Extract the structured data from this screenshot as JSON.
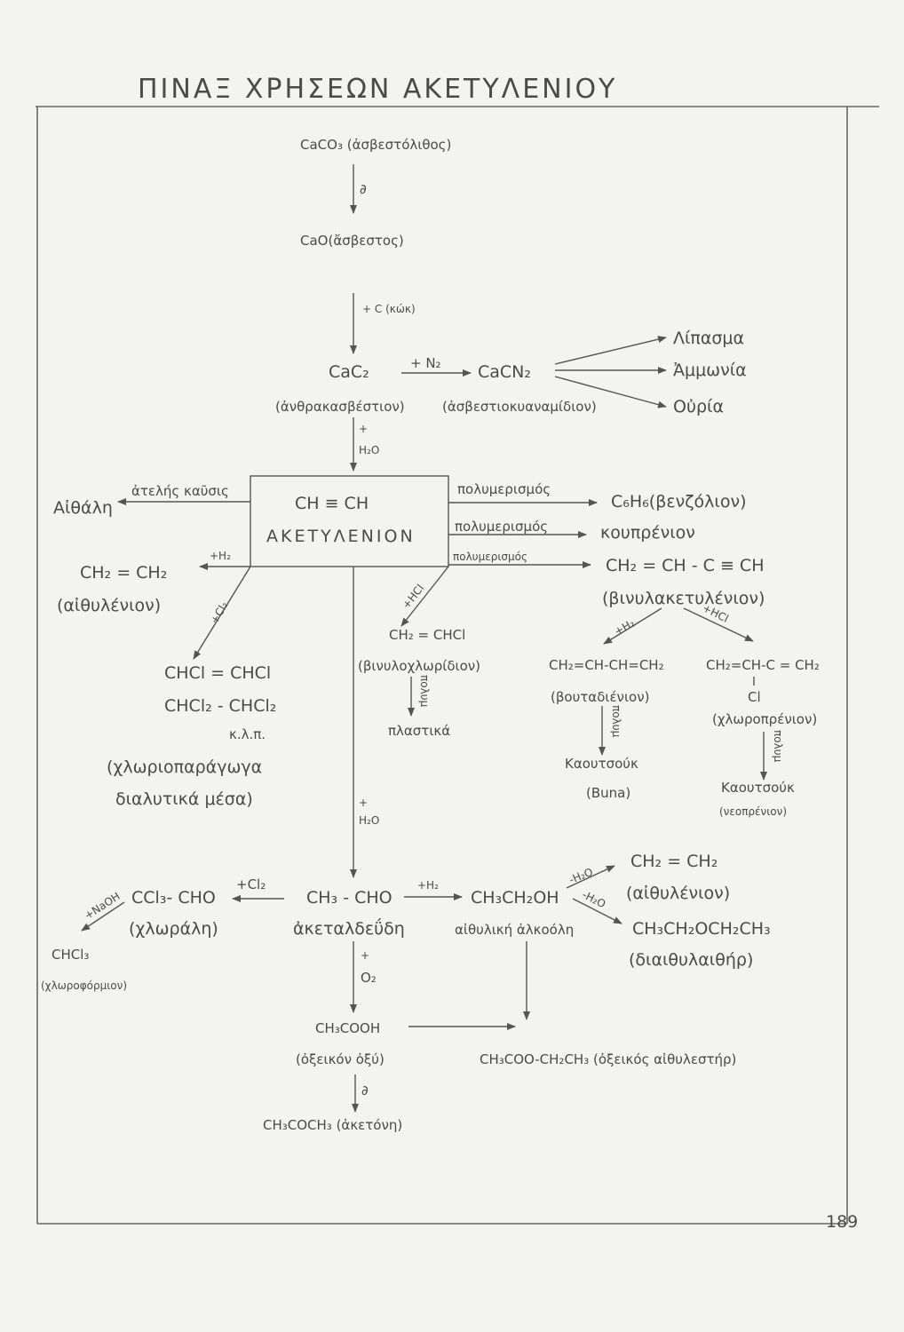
{
  "title": "ΠΙΝΑΞ  ΧΡΗΣΕΩΝ  ΑΚΕΤΥΛΕΝΙΟΥ",
  "page_number": "189",
  "nodes": {
    "caco3": "CaCO₃ (ἀσβεστόλιθος)",
    "cao": "CaO(ἄσβεστος)",
    "cac2": "CaC₂",
    "cac2_name": "(ἀνθρακασβέστιον)",
    "cacn2": "CaCN₂",
    "cacn2_name": "(ἀσβεστιοκυαναμίδιον)",
    "fertilizer": "Λίπασμα",
    "ammonia": "Ἀμμωνία",
    "urea": "Οὐρία",
    "acetylene_formula": "CH ≡ CH",
    "acetylene_name": "ΑΚΕΤΥΛΕΝΙΟΝ",
    "soot": "Αἰθάλη",
    "ethylene1": "CH₂ = CH₂",
    "ethylene1_name": "(αἰθυλένιον)",
    "dichloro": "CHCl = CHCl",
    "tetrachloro": "CHCl₂ - CHCl₂",
    "etc": "κ.λ.π.",
    "chloro_derivs1": "(χλωριοπαράγωγα",
    "chloro_derivs2": "διαλυτικά μέσα)",
    "benzene": "C₆H₆(βενζόλιον)",
    "cuprene": "κουπρένιον",
    "vinylacetylene": "CH₂ = CH - C ≡ CH",
    "vinylacetylene_name": "(βινυλακετυλένιον)",
    "butadiene": "CH₂=CH-CH=CH₂",
    "butadiene_name": "(βουταδιένιον)",
    "rubber_buna": "Καουτσούκ",
    "buna": "(Buna)",
    "chloroprene": "CH₂=CH-C = CH₂",
    "chloroprene_cl": "Cl",
    "chloroprene_name": "(χλωροπρένιον)",
    "rubber_neoprene": "Καουτσούκ",
    "neoprene": "(νεοπρένιον)",
    "vinyl_chloride": "CH₂ = CHCl",
    "vinyl_chloride_name": "(βινυλοχλωρίδιον)",
    "plastics": "πλαστικά",
    "acetaldehyde": "CH₃ - CHO",
    "acetaldehyde_name": "ἀκεταλδεΰδη",
    "chloral": "CCl₃- CHO",
    "chloral_name": "(χλωράλη)",
    "chloroform": "CHCl₃",
    "chloroform_name": "(χλωροφόρμιον)",
    "ethanol": "CH₃CH₂OH",
    "ethanol_name": "αἰθυλική ἀλκοόλη",
    "ethylene2": "CH₂ = CH₂",
    "ethylene2_name": "(αἰθυλένιον)",
    "ether": "CH₃CH₂OCH₂CH₃",
    "ether_name": "(διαιθυλαιθήρ)",
    "acetic_acid": "CH₃COOH",
    "acetic_acid_name": "(ὀξεικόν ὀξύ)",
    "ethyl_acetate": "CH₃COO-CH₂CH₃ (ὀξεικός αἰθυλεστήρ)",
    "acetone": "CH₃COCH₃ (ἀκετόνη)"
  },
  "labels": {
    "heat1": "∂",
    "plus_coke": "+ C (κώκ)",
    "plus_n2": "+ N₂",
    "plus1": "+",
    "h2o1": "H₂O",
    "incomplete_combustion": "ἀτελής καῦσις",
    "plus_h2_a": "+H₂",
    "plus_cl2_a": "+Cl₂",
    "plus_hcl_a": "+HCl",
    "polymerization1": "πολυμερισμός",
    "polymerization2": "πολυμερισμός",
    "polymerization3": "πολυμερισμός",
    "plus_h2_b": "+H₂",
    "plus_hcl_b": "+HCl",
    "polym1": "πολυμ",
    "polym2": "πολυμ",
    "polym3": "πολυμ",
    "plus2": "+",
    "h2o2": "H₂O",
    "plus_cl2_b": "+Cl₂",
    "plus_naoh": "+NaOH",
    "plus_h2_c": "+H₂",
    "minus_h2o_1": "-H₂O",
    "minus_h2o_2": "-H₂O",
    "plus3": "+",
    "o2": "O₂",
    "heat2": "∂"
  }
}
